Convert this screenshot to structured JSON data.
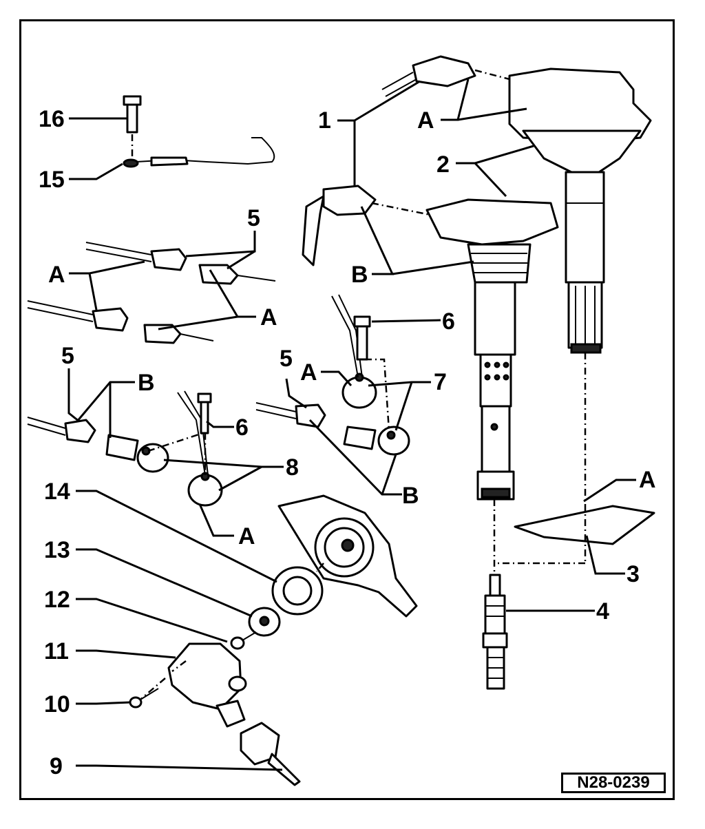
{
  "reference_code": "N28-0239",
  "callouts": {
    "c1": "1",
    "c2": "2",
    "c3": "3",
    "c4": "4",
    "c5a": "5",
    "c5b": "5",
    "c5c": "5",
    "c6a": "6",
    "c6b": "6",
    "c7": "7",
    "c8": "8",
    "c9": "9",
    "c10": "10",
    "c11": "11",
    "c12": "12",
    "c13": "13",
    "c14": "14",
    "c15": "15",
    "c16": "16",
    "a1": "A",
    "a2": "A",
    "a3": "A",
    "a4": "A",
    "a5": "A",
    "a6": "A",
    "b1": "B",
    "b2": "B",
    "b3": "B"
  }
}
